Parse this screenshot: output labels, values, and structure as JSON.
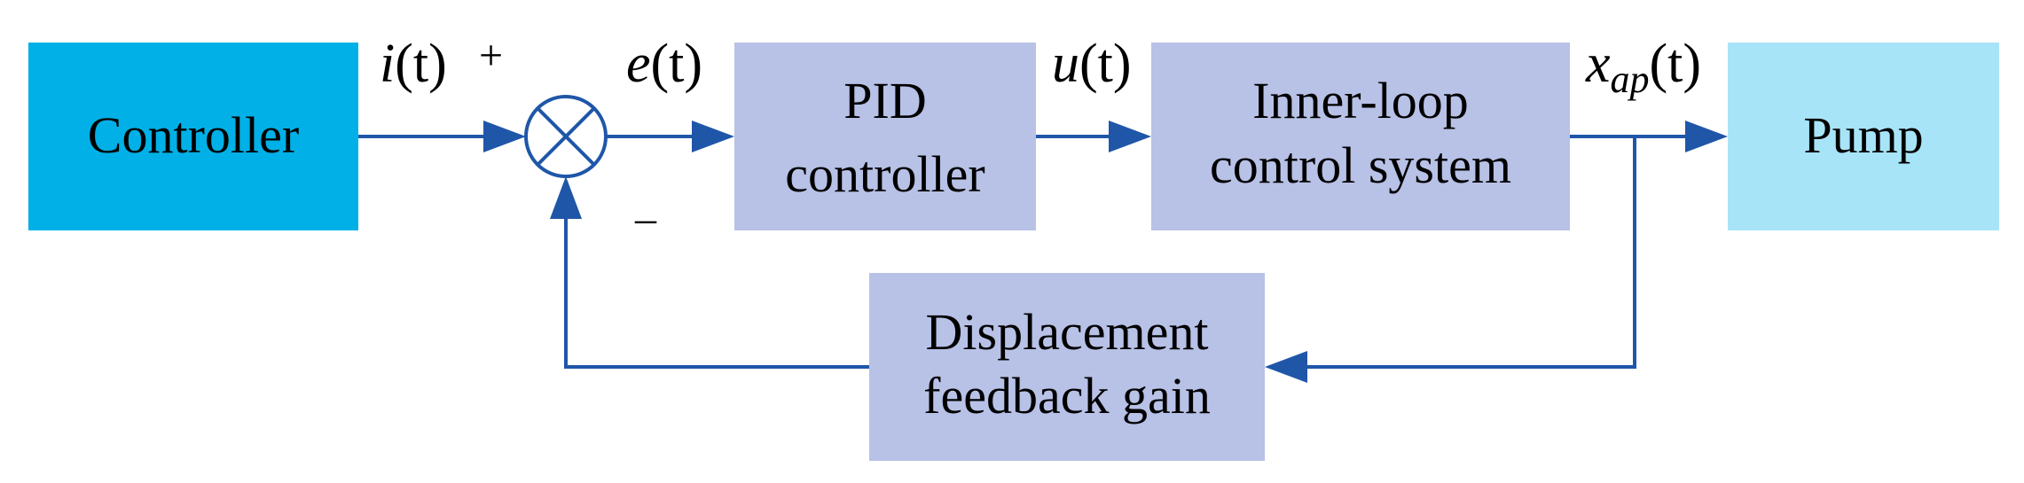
{
  "blocks": {
    "controller": {
      "label": "Controller",
      "color": "#00b0e6"
    },
    "pid": {
      "line1": "PID",
      "line2": "controller",
      "color": "#b8c1e6"
    },
    "inner_loop": {
      "line1": "Inner-loop",
      "line2": "control system",
      "color": "#b8c1e6"
    },
    "pump": {
      "label": "Pump",
      "color": "#a8e4f8"
    },
    "feedback": {
      "line1": "Displacement",
      "line2": "feedback gain",
      "color": "#b8c1e6"
    }
  },
  "signals": {
    "input": {
      "name": "i",
      "arg": "(t)"
    },
    "error": {
      "name": "e",
      "arg": "(t)"
    },
    "control": {
      "name": "u",
      "arg": "(t)"
    },
    "output": {
      "name": "x",
      "sub": "ap",
      "arg": "(t)"
    }
  },
  "summing_junction": {
    "plus": "+",
    "minus": "–"
  },
  "colors": {
    "wire": "#1f56a8"
  }
}
